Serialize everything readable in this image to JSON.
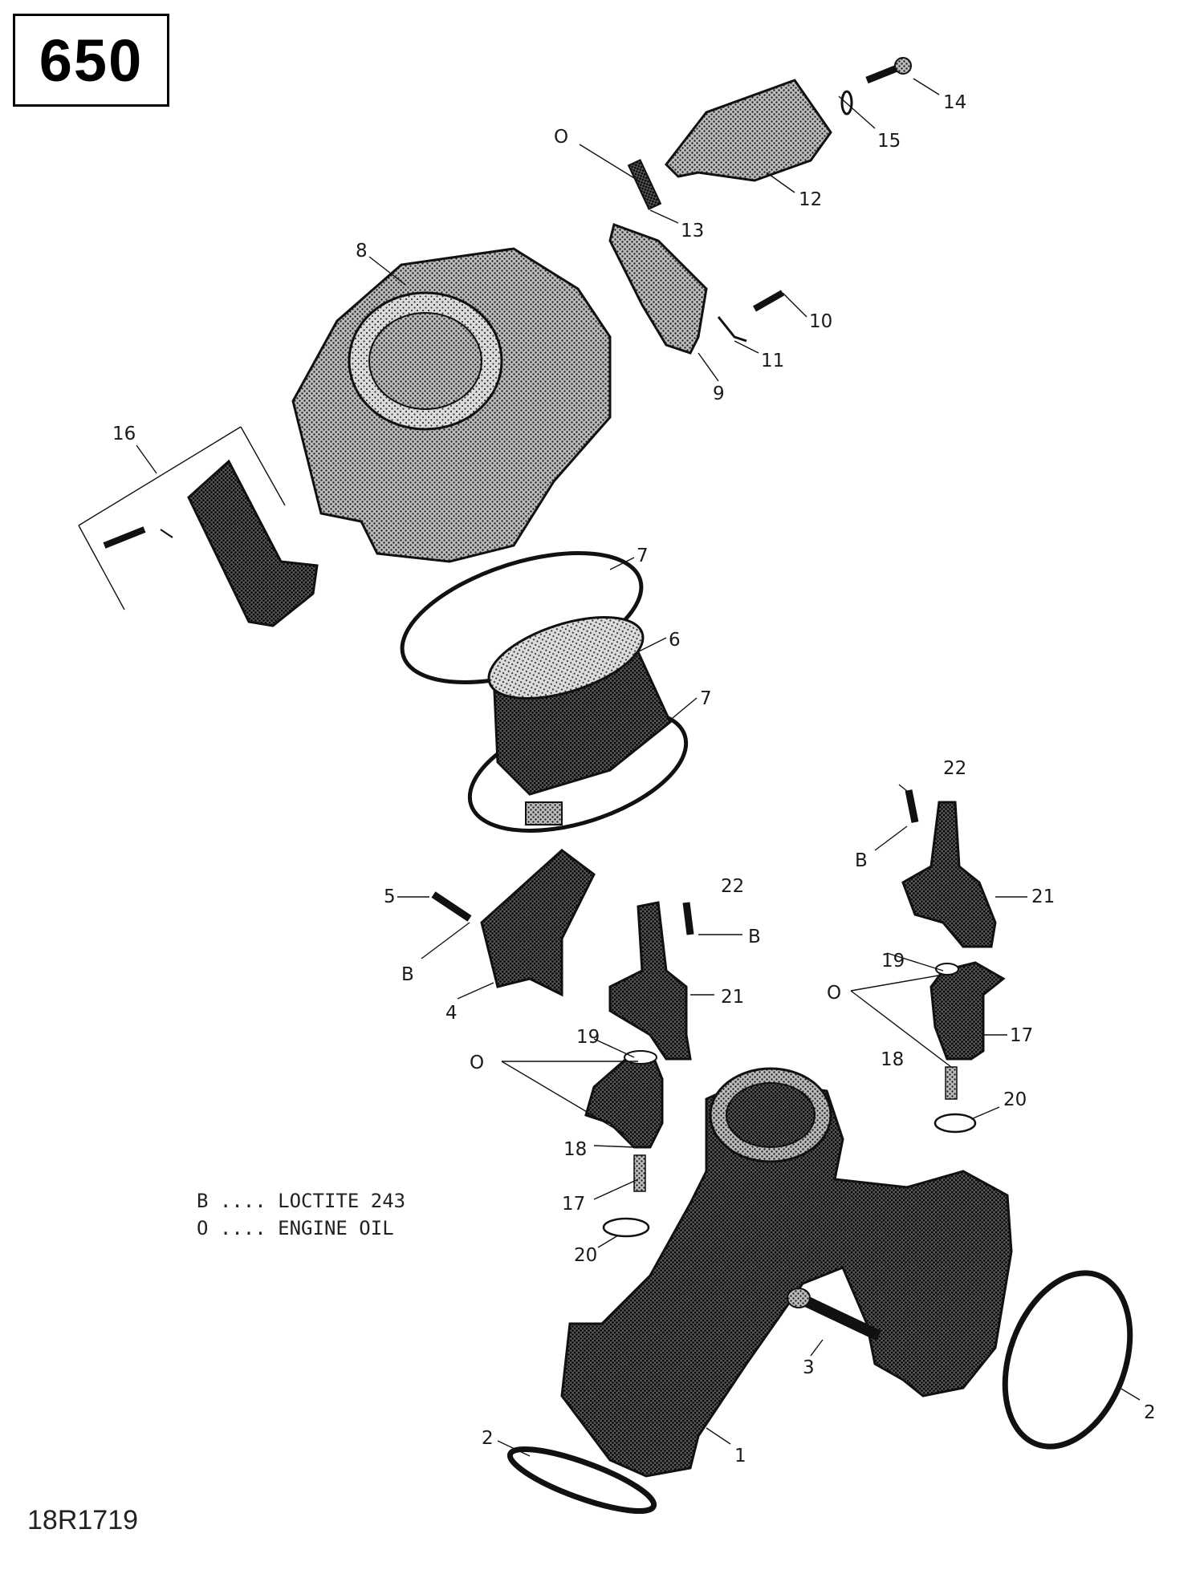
{
  "model_badge": "650",
  "figure_id": "18R1719",
  "legend": [
    {
      "symbol": "B",
      "text": "B .... LOCTITE 243"
    },
    {
      "symbol": "O",
      "text": "O .... ENGINE OIL"
    }
  ],
  "callouts": {
    "c1": "1",
    "c2a": "2",
    "c2b": "2",
    "c3": "3",
    "c4": "4",
    "c5": "5",
    "c6": "6",
    "c7a": "7",
    "c7b": "7",
    "c8": "8",
    "c9": "9",
    "c10": "10",
    "c11": "11",
    "c12": "12",
    "c13": "13",
    "c14": "14",
    "c15": "15",
    "c16": "16",
    "c17a": "17",
    "c17b": "17",
    "c18a": "18",
    "c18b": "18",
    "c19a": "19",
    "c19b": "19",
    "c20a": "20",
    "c20b": "20",
    "c21a": "21",
    "c21b": "21",
    "c22a": "22",
    "c22b": "22"
  },
  "symbols": {
    "o13": "O",
    "b5": "B",
    "b22a": "B",
    "b22b": "B",
    "o19a": "O",
    "o19b": "O"
  },
  "colors": {
    "ink": "#111111",
    "part_fill": "#3a3a3a",
    "part_light": "#8a8a8a",
    "paper": "#ffffff"
  }
}
